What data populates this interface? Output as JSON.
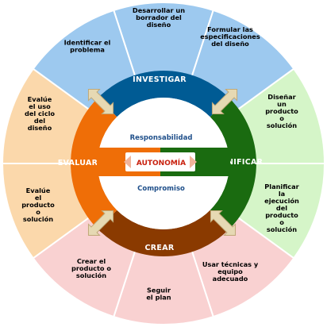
{
  "outer_segments": [
    {
      "id": "desarrollar",
      "lines": [
        "Desarrollar un",
        "borrador del",
        "diseño"
      ],
      "color": "#9dc9ef"
    },
    {
      "id": "formular",
      "lines": [
        "Formular las",
        "especificaciones",
        "del diseño"
      ],
      "color": "#9dc9ef"
    },
    {
      "id": "disenar",
      "lines": [
        "Diseñar",
        "un",
        "producto",
        "o",
        "solución"
      ],
      "color": "#d5f5c8"
    },
    {
      "id": "planificar-ejecucion",
      "lines": [
        "Planificar",
        "la",
        "ejecución",
        "del",
        "producto",
        "o",
        "solución"
      ],
      "color": "#d5f5c8"
    },
    {
      "id": "usar-tecnicas",
      "lines": [
        "Usar técnicas y",
        "equipo",
        "adecuado"
      ],
      "color": "#f9d1d1"
    },
    {
      "id": "seguir-plan",
      "lines": [
        "Seguir",
        "el plan"
      ],
      "color": "#f9d1d1"
    },
    {
      "id": "crear-producto",
      "lines": [
        "Crear el",
        "producto o",
        "solución"
      ],
      "color": "#f9d1d1"
    },
    {
      "id": "evalue-producto",
      "lines": [
        "Evalúe",
        "el",
        "producto",
        "o",
        "solución"
      ],
      "color": "#fbd8ab"
    },
    {
      "id": "evalue-uso",
      "lines": [
        "Evalúe",
        "el uso",
        "del ciclo",
        "del",
        "diseño"
      ],
      "color": "#fbd8ab"
    },
    {
      "id": "identificar",
      "lines": [
        "Identificar el",
        "problema"
      ],
      "color": "#9dc9ef"
    }
  ],
  "ring_sections": [
    {
      "id": "investigar",
      "label": "INVESTIGAR",
      "color": "#005b94"
    },
    {
      "id": "planificar",
      "label": "PLANIFICAR",
      "color": "#1a6b10"
    },
    {
      "id": "crear",
      "label": "CREAR",
      "color": "#8a3a00"
    },
    {
      "id": "evaluar",
      "label": "EVALUAR",
      "color": "#ef6e07"
    }
  ],
  "center": {
    "responsabilidad": "Responsabilidad",
    "autonomia": "AUTONOMÍA",
    "compromiso": "Compromiso"
  },
  "colors": {
    "arrow_fill": "#e6d9b3",
    "arrow_stroke": "#bfa878",
    "autonomia_arrow": "#f1b49a",
    "divider": "#ffffff"
  }
}
